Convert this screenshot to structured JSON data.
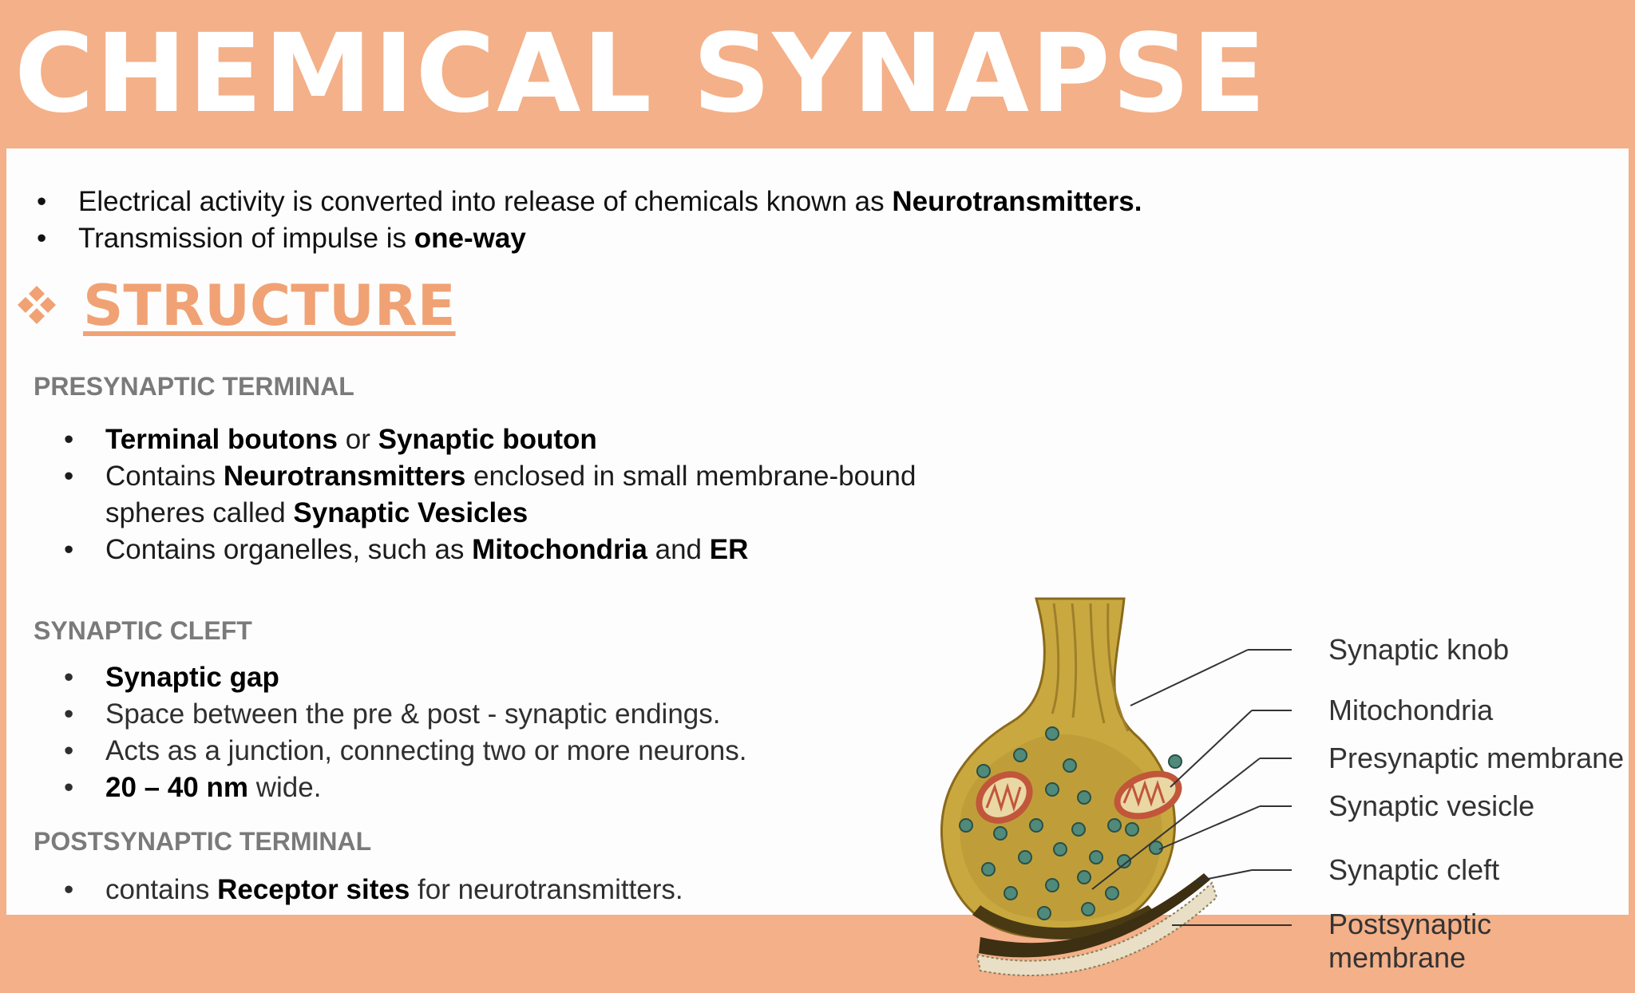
{
  "title": "CHEMICAL SYNAPSE",
  "intro": [
    {
      "pre": "Electrical activity is converted into release of chemicals known as ",
      "bold": "Neurotransmitters."
    },
    {
      "pre": "Transmission of impulse is ",
      "bold": "one-way"
    }
  ],
  "structure_heading": "STRUCTURE",
  "presynaptic": {
    "heading": "PRESYNAPTIC TERMINAL",
    "b1": {
      "bold1": "Terminal boutons",
      "mid": " or ",
      "bold2": "Synaptic bouton"
    },
    "b2": {
      "pre": "Contains ",
      "bold1": "Neurotransmitters",
      "mid": " enclosed in small membrane-bound",
      "line2pre": "spheres called ",
      "bold2": "Synaptic Vesicles"
    },
    "b3": {
      "pre": "Contains organelles, such as ",
      "bold1": "Mitochondria",
      "mid": " and ",
      "bold2": "ER"
    }
  },
  "cleft": {
    "heading": "SYNAPTIC CLEFT",
    "b1": "Synaptic gap",
    "b2": "Space between the pre & post - synaptic endings.",
    "b3": "Acts as a junction, connecting two or more neurons.",
    "b4": {
      "bold": "20 – 40 nm",
      "post": " wide."
    }
  },
  "postsynaptic": {
    "heading": "POSTSYNAPTIC TERMINAL",
    "b1": {
      "pre": "contains ",
      "bold": "Receptor sites",
      "post": " for neurotransmitters."
    }
  },
  "diagram_labels": {
    "knob": "Synaptic knob",
    "mito": "Mitochondria",
    "pre_membrane": "Presynaptic membrane",
    "vesicle": "Synaptic vesicle",
    "cleft": "Synaptic cleft",
    "post_line1": "Postsynaptic",
    "post_line2": "membrane"
  },
  "colors": {
    "header": "#f4b088",
    "structure": "#f0a274",
    "heading_gray": "#7a7a7a"
  }
}
